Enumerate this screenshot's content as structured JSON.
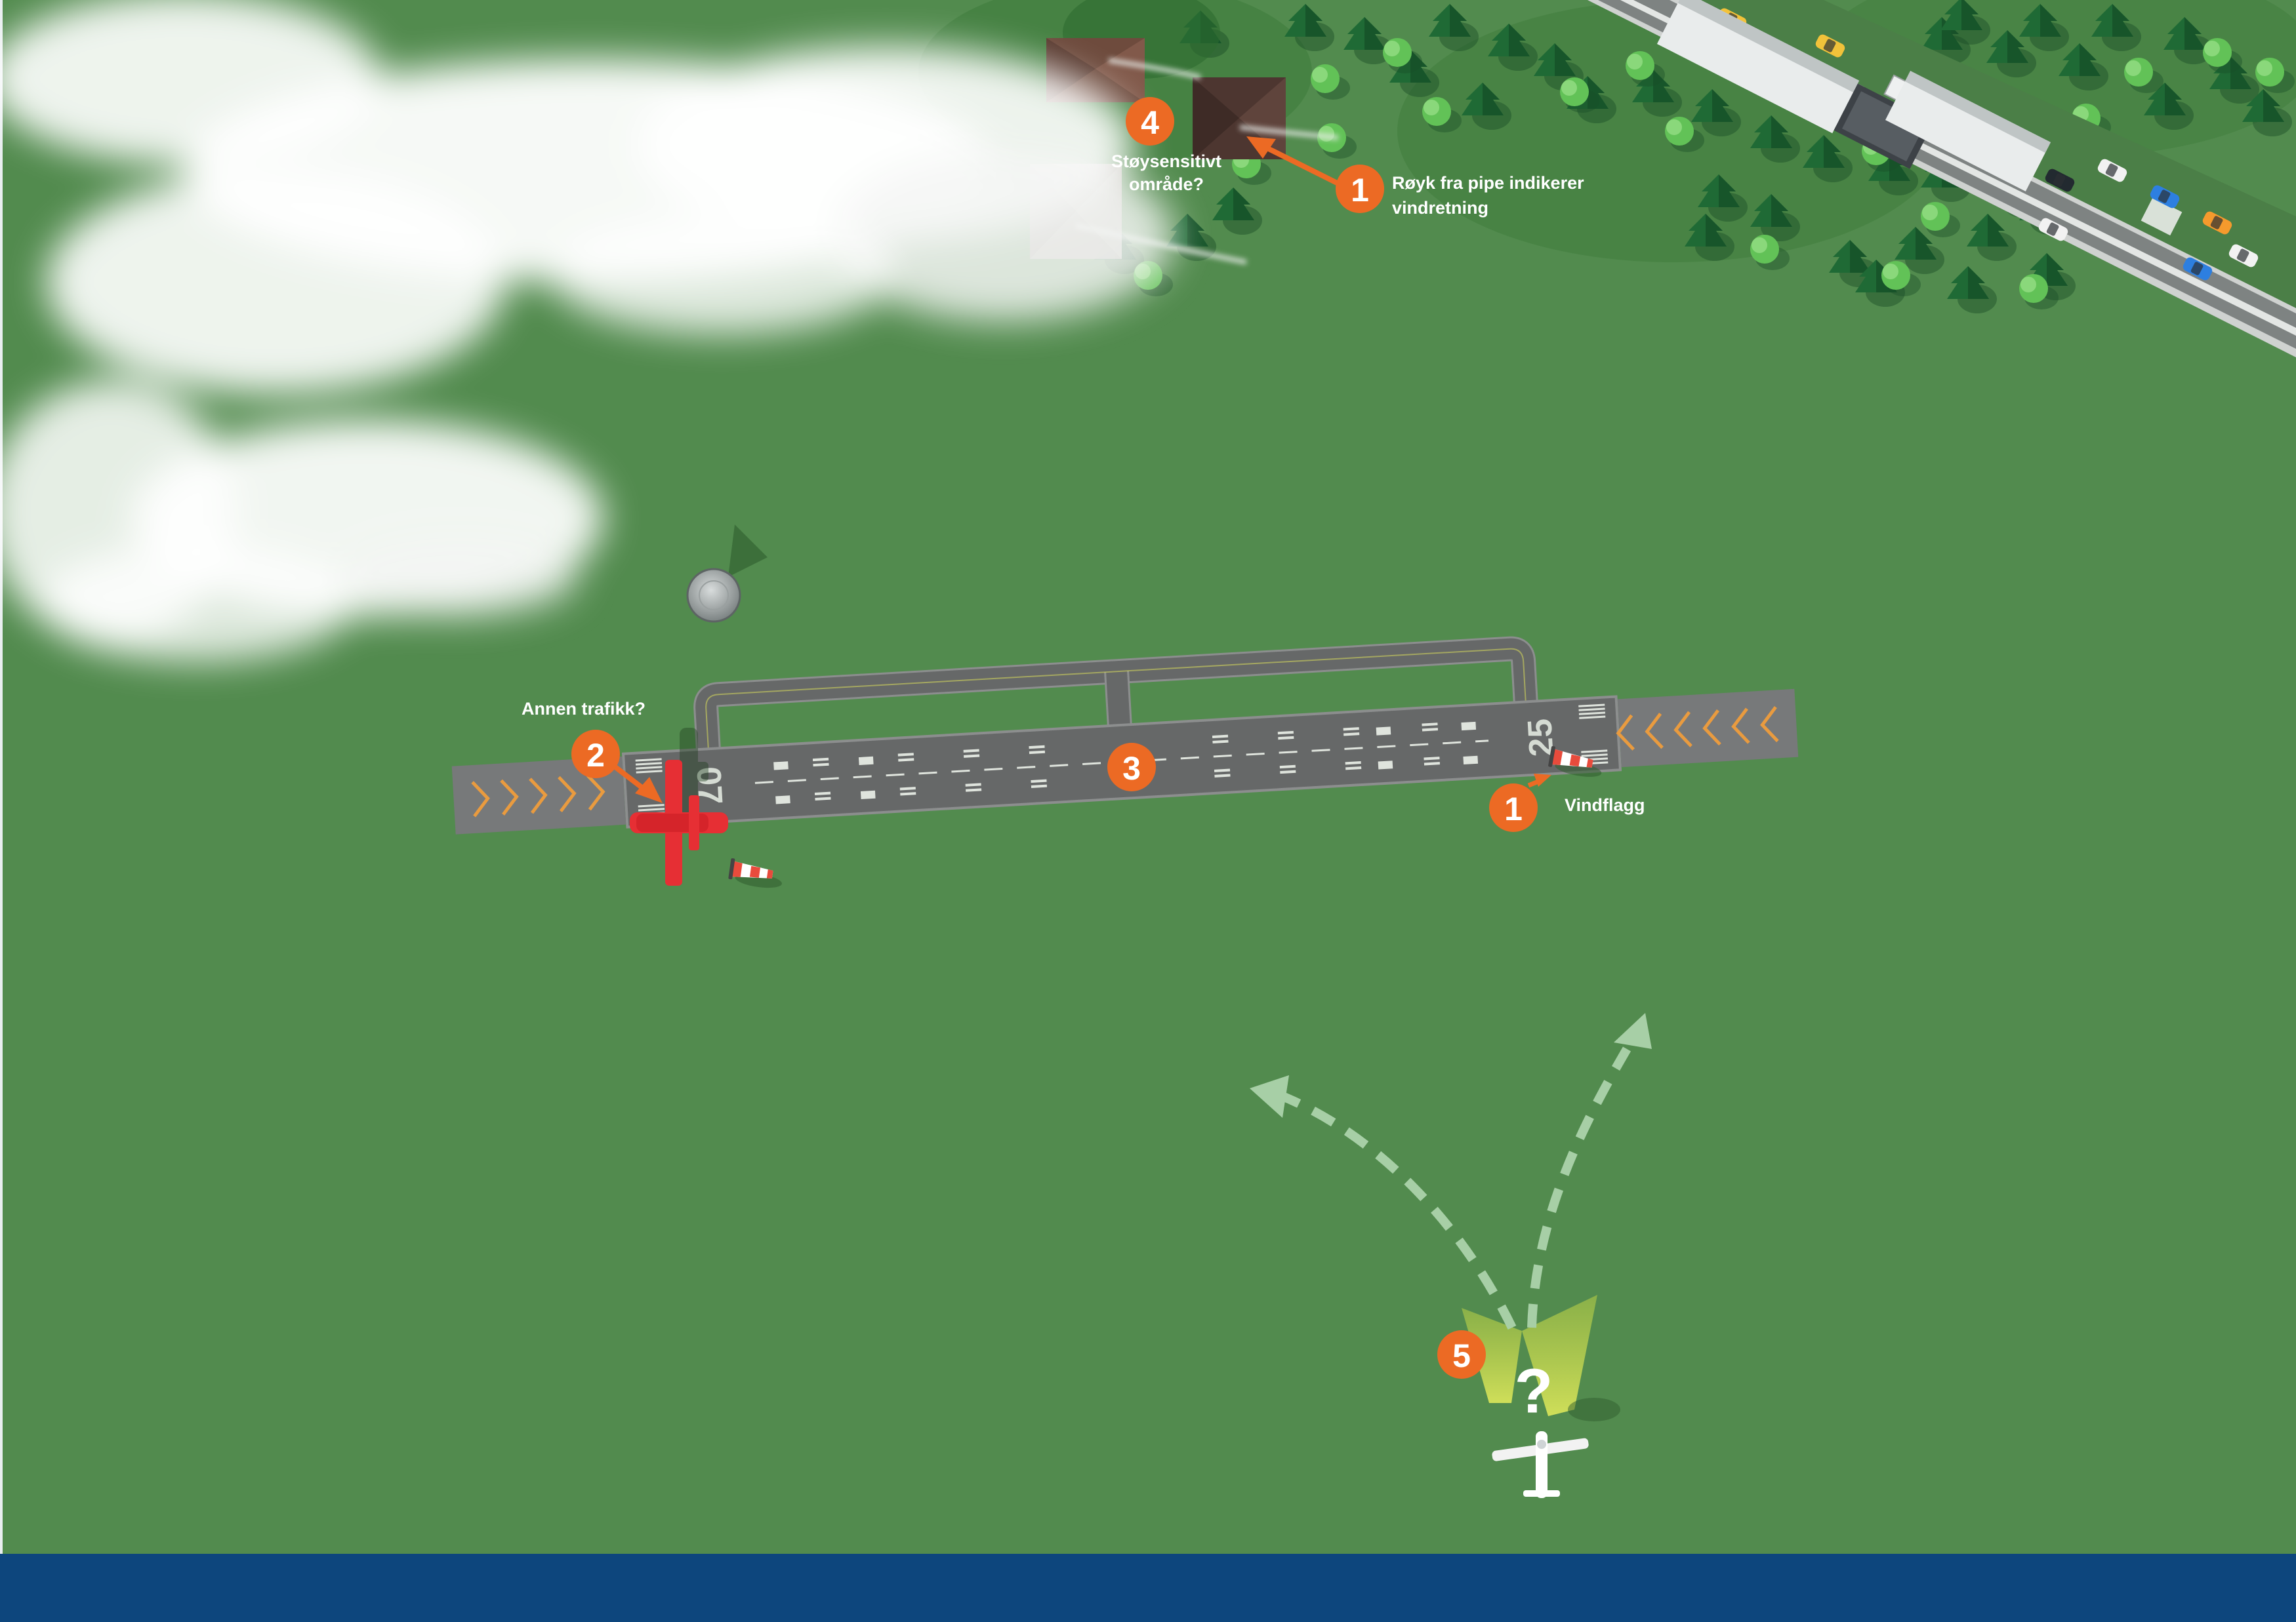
{
  "colors": {
    "grass": "#528b4e",
    "bottom_band": "#0d467d",
    "accent_orange": "#ec6a24",
    "runway": "#666868",
    "runway_edge": "#8c8e8e",
    "marking": "#dfe4dd",
    "chevron": "#e99b3f",
    "tree_dark": "#1f6a35",
    "tree_light": "#5fbf55",
    "road": "#7e8382",
    "red_plane": "#e62f34",
    "cone_green": "#c9dc4e",
    "dashed_arrow": "#a7cfa6"
  },
  "icons": {
    "marker": "numbered-circle",
    "windsock": "windsock-icon",
    "plane": "airplane-icon",
    "house": "house-icon",
    "tree": "tree-icon"
  },
  "markers": [
    {
      "number": "1",
      "label_lines": [
        "Røyk fra pipe indikerer",
        "vindretning"
      ]
    },
    {
      "number": "2",
      "label_lines": [
        "Annen trafikk?"
      ]
    },
    {
      "number": "3",
      "label_lines": []
    },
    {
      "number": "4",
      "label_lines": [
        "Støysensitivt",
        "område?"
      ]
    },
    {
      "number": "1",
      "label_lines": [
        "Vindflagg"
      ]
    },
    {
      "number": "5",
      "label_lines": []
    }
  ],
  "runway": {
    "west_designator": "07",
    "east_designator": "25"
  },
  "question_mark": "?"
}
